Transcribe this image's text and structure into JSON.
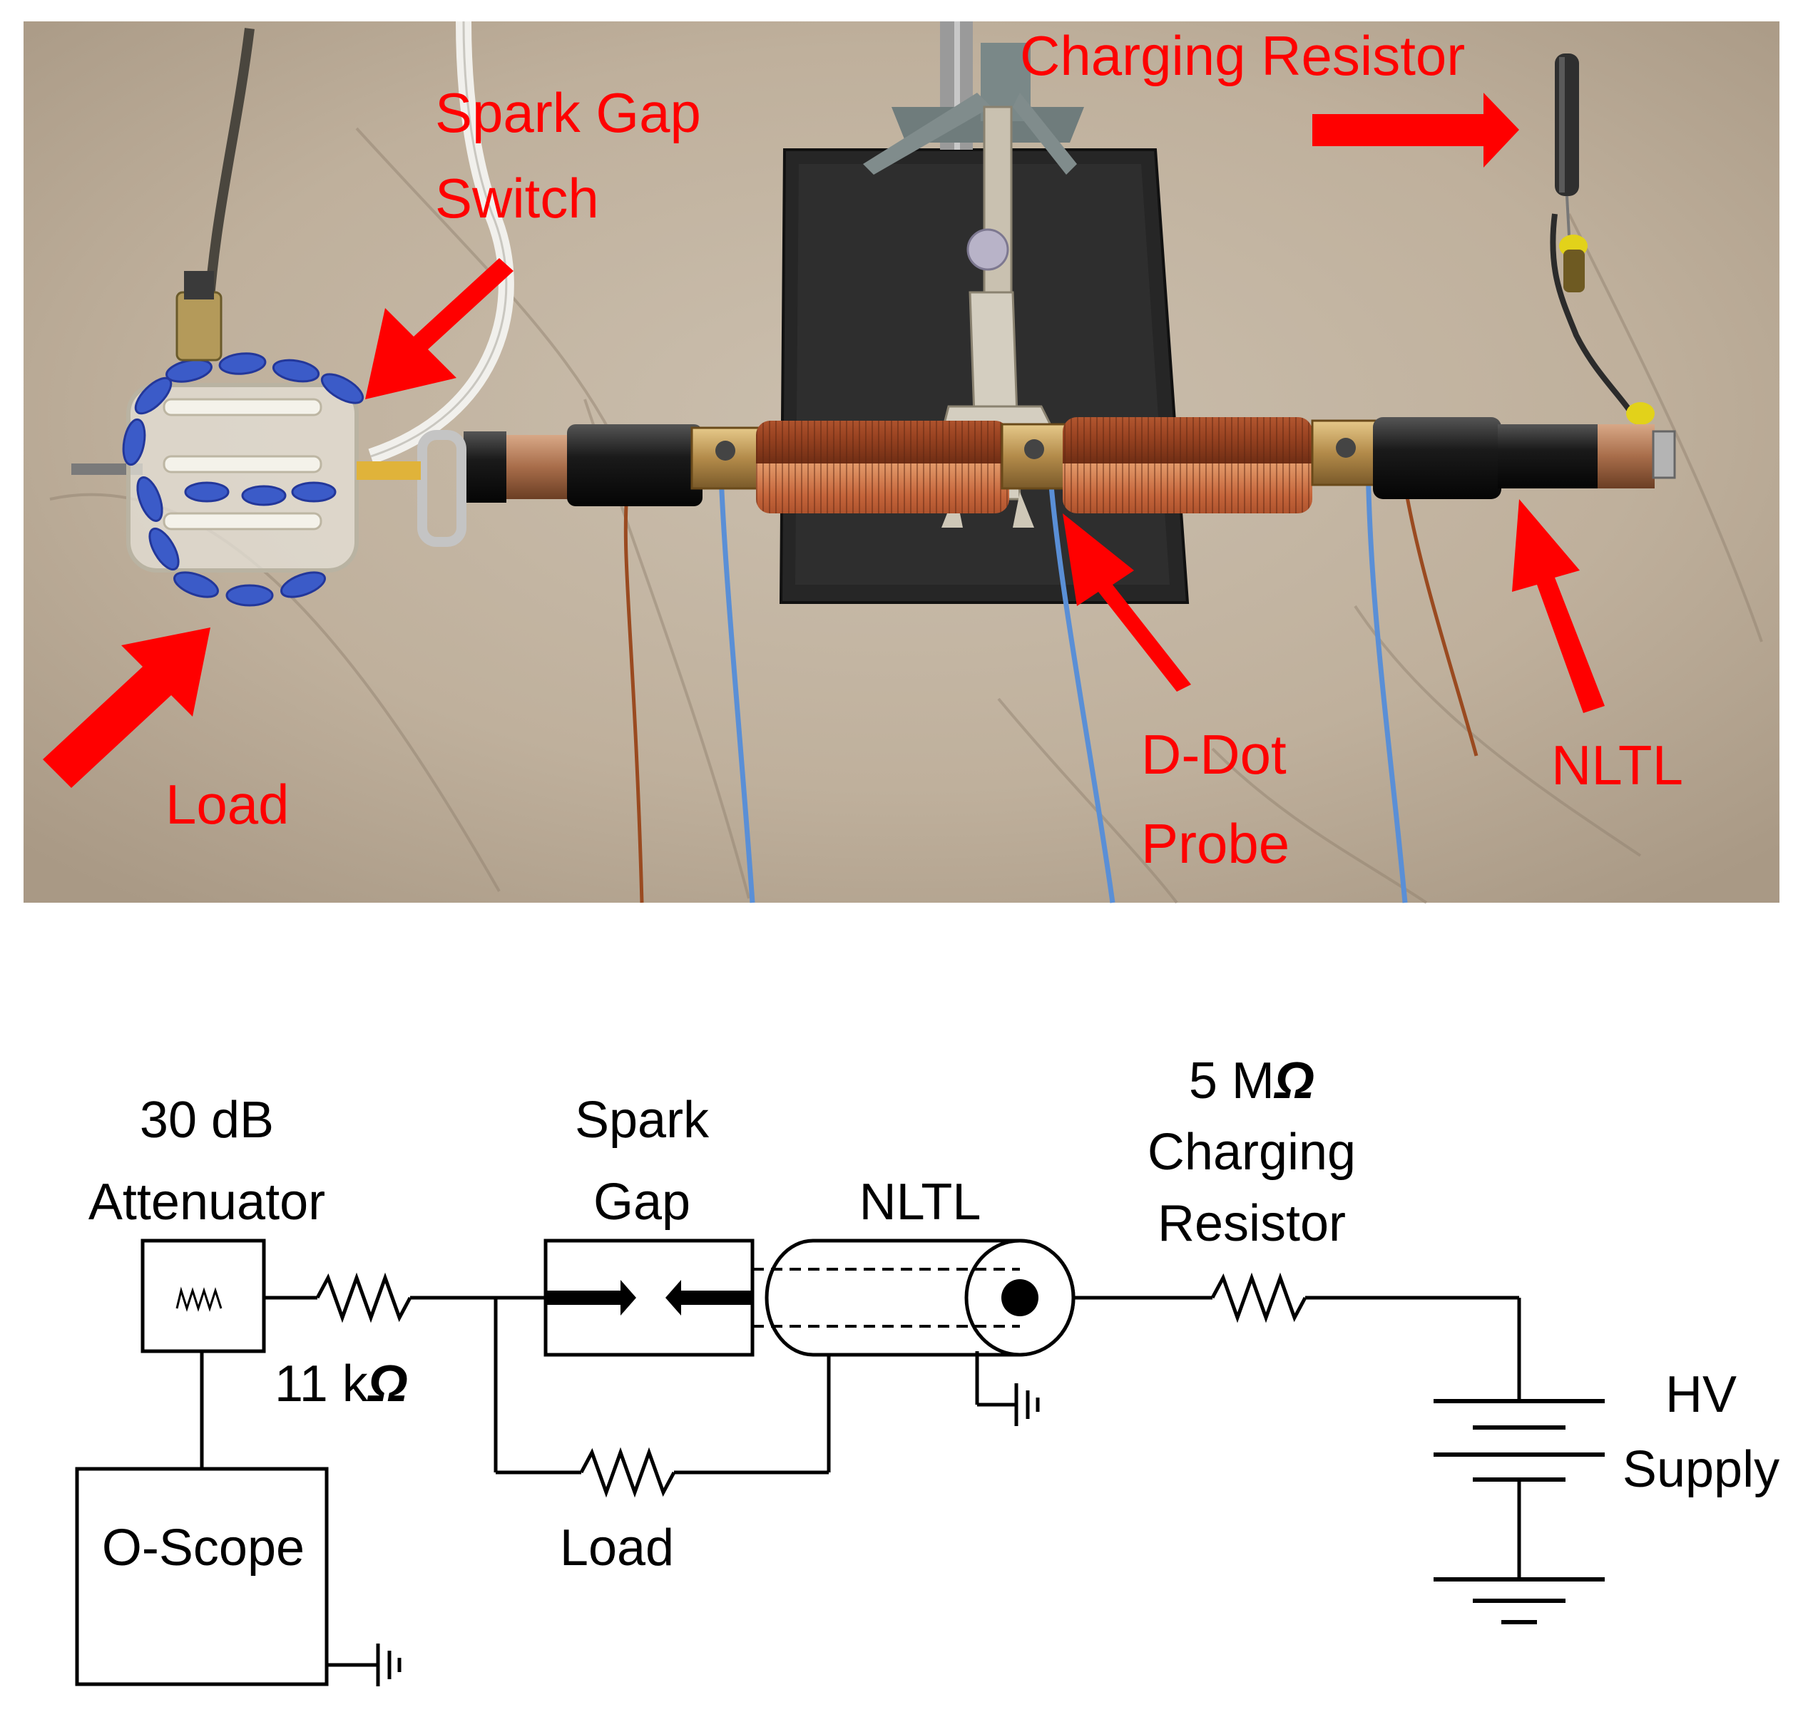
{
  "photo": {
    "labels": {
      "spark_gap_line1": "Spark Gap",
      "spark_gap_line2": "Switch",
      "charging_resistor": "Charging Resistor",
      "load": "Load",
      "ddot_line1": "D-Dot",
      "ddot_line2": "Probe",
      "nltl": "NLTL"
    },
    "arrow_color": "#ff0000"
  },
  "schematic": {
    "attenuator_line1": "30 dB",
    "attenuator_line2": "Attenuator",
    "resistor_11k_value": "11 k",
    "ohm_symbol": "Ω",
    "spark_gap_line1": "Spark",
    "spark_gap_line2": "Gap",
    "nltl": "NLTL",
    "charging_value": "5 M",
    "charging_line1": "Charging",
    "charging_line2": "Resistor",
    "load": "Load",
    "oscope": "O-Scope",
    "hv_line1": "HV",
    "hv_line2": "Supply"
  }
}
